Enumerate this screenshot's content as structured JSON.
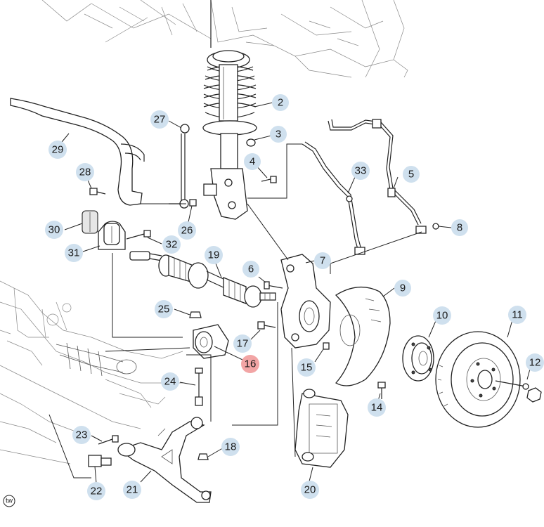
{
  "diagram": {
    "callouts": [
      {
        "id": "c1",
        "label": "2"
      },
      {
        "id": "c2",
        "label": "3"
      },
      {
        "id": "c3",
        "label": "4"
      },
      {
        "id": "c4",
        "label": "5"
      },
      {
        "id": "c5",
        "label": "6"
      },
      {
        "id": "c6",
        "label": "7"
      },
      {
        "id": "c7",
        "label": "8"
      },
      {
        "id": "c8",
        "label": "9"
      },
      {
        "id": "c9",
        "label": "10"
      },
      {
        "id": "c10",
        "label": "11"
      },
      {
        "id": "c11",
        "label": "12"
      },
      {
        "id": "c12",
        "label": "14"
      },
      {
        "id": "c13",
        "label": "15"
      },
      {
        "id": "c14",
        "label": "16",
        "highlight": true
      },
      {
        "id": "c15",
        "label": "17"
      },
      {
        "id": "c16",
        "label": "18"
      },
      {
        "id": "c17",
        "label": "19"
      },
      {
        "id": "c18",
        "label": "20"
      },
      {
        "id": "c19",
        "label": "21"
      },
      {
        "id": "c20",
        "label": "22"
      },
      {
        "id": "c21",
        "label": "23"
      },
      {
        "id": "c22",
        "label": "24"
      },
      {
        "id": "c23",
        "label": "25"
      },
      {
        "id": "c24",
        "label": "26"
      },
      {
        "id": "c25",
        "label": "27"
      },
      {
        "id": "c26",
        "label": "28"
      },
      {
        "id": "c27",
        "label": "29"
      },
      {
        "id": "c28",
        "label": "30"
      },
      {
        "id": "c29",
        "label": "31"
      },
      {
        "id": "c30",
        "label": "32"
      },
      {
        "id": "c31",
        "label": "33"
      }
    ],
    "corner_mark": "tw",
    "colors": {
      "bubble": "#cfe0ee",
      "highlight_bubble": "#f2a5a5",
      "line_art": "#222222"
    }
  }
}
